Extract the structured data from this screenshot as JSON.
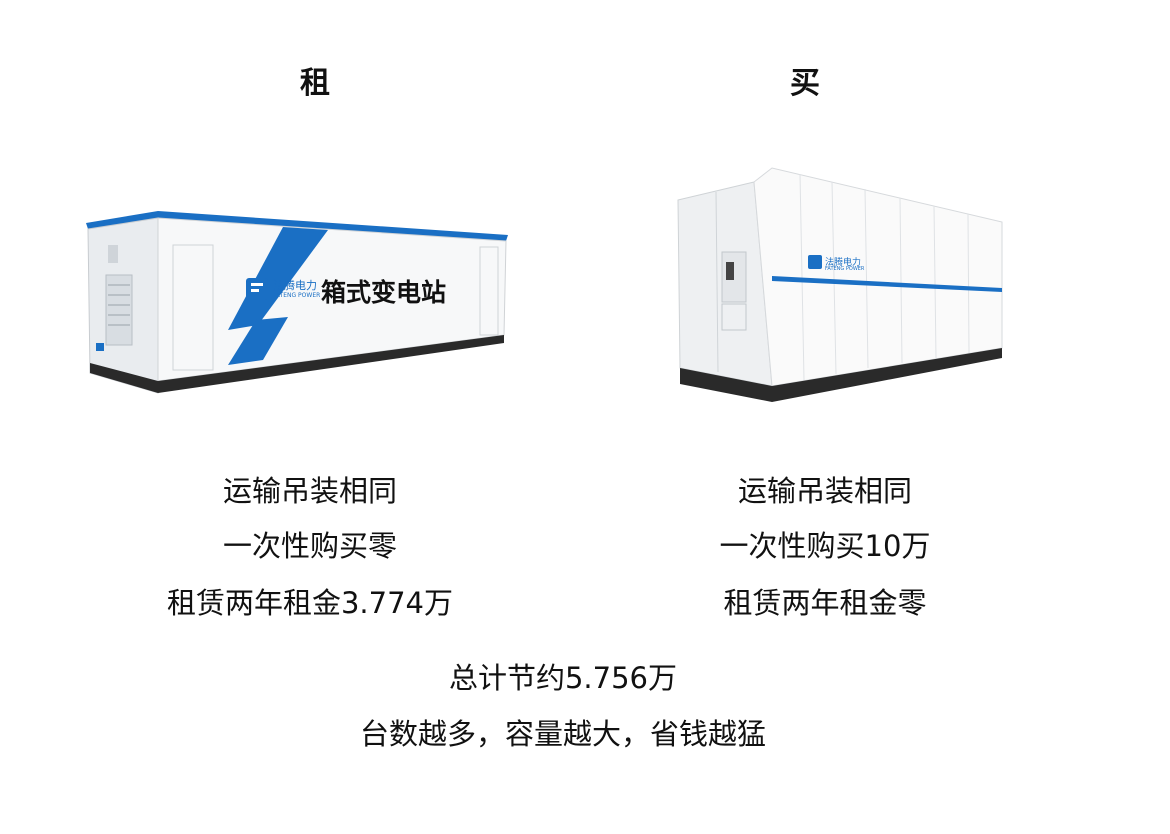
{
  "left": {
    "title": "租",
    "product_name": "箱式变电站",
    "brand": "法腾电力",
    "brand_en": "FATENG POWER",
    "lines": [
      "运输吊装相同",
      "一次性购买零",
      "租赁两年租金3.774万"
    ]
  },
  "right": {
    "title": "买",
    "brand": "法腾电力",
    "brand_en": "FATENG POWER",
    "lines": [
      "运输吊装相同",
      "一次性购买10万",
      "租赁两年租金零"
    ]
  },
  "summary": {
    "total": "总计节约5.756万",
    "slogan": "台数越多，容量越大，省钱越猛"
  },
  "colors": {
    "brand_blue": "#1a6fc4",
    "dark_base": "#2a2a2a"
  }
}
